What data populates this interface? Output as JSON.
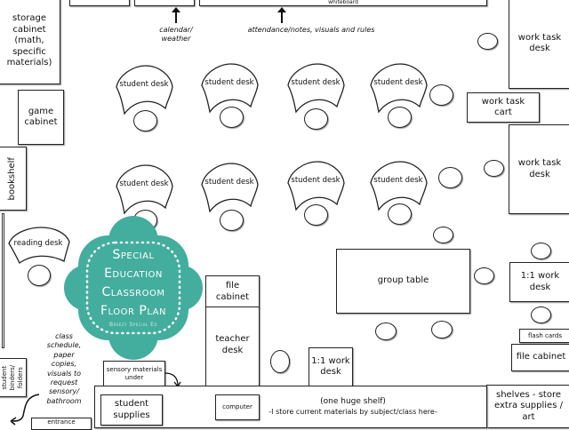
{
  "title": {
    "line1": "Special",
    "line2": "Education",
    "line3": "Classroom",
    "line4": "Floor Plan",
    "credit": "Breezy Special Ed"
  },
  "colors": {
    "badge": "#43ad9e"
  },
  "top": {
    "whiteboard": "whiteboard",
    "calendar_note": "calendar/ weather",
    "attendance_note": "attendance/notes, visuals and rules"
  },
  "left": {
    "storage": "storage cabinet (math, specific materials)",
    "game": "game cabinet",
    "bookshelf": "bookshelf",
    "reading_desk": "reading desk",
    "binders": "student binders/ folders",
    "note": "class schedule, paper copies, visuals to request sensory/ bathroom",
    "entrance": "entrance"
  },
  "right": {
    "work_task_desk_1": "work task desk",
    "work_task_cart": "work task cart",
    "work_task_desk_2": "work task desk",
    "one_on_one": "1:1 work desk",
    "flash_cards": "flash cards",
    "file_cabinet": "file cabinet",
    "shelves": "shelves - store extra supplies / art"
  },
  "center": {
    "student_desk": "student desk",
    "group_table": "group table",
    "file_cabinet": "file cabinet",
    "teacher_desk": "teacher desk",
    "one_on_one": "1:1 work desk",
    "sensory": "sensory materials under"
  },
  "bottom": {
    "shelf_line1": "(one huge shelf)",
    "shelf_line2": "-I store current materials by subject/class here-",
    "student_supplies": "student supplies",
    "computer": "computer"
  }
}
